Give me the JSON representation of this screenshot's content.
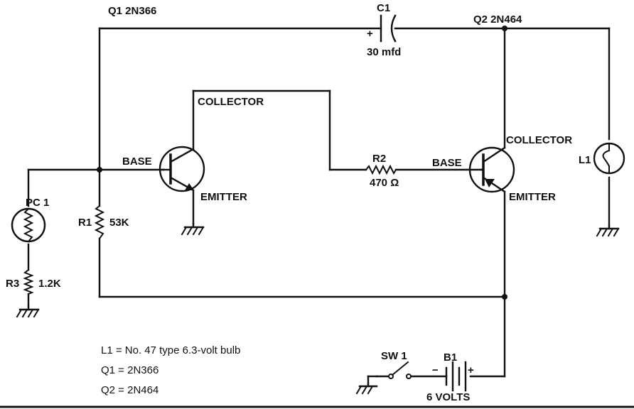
{
  "components": {
    "q1": {
      "label": "Q1 2N366",
      "collector": "COLLECTOR",
      "base": "BASE",
      "emitter": "EMITTER"
    },
    "q2": {
      "label": "Q2 2N464",
      "collector": "COLLECTOR",
      "base": "BASE",
      "emitter": "EMITTER"
    },
    "c1": {
      "name": "C1",
      "value": "30 mfd",
      "polarity": "+"
    },
    "r1": {
      "name": "R1",
      "value": "53K"
    },
    "r2": {
      "name": "R2",
      "value": "470 Ω"
    },
    "r3": {
      "name": "R3",
      "value": "1.2K"
    },
    "pc1": {
      "name": "PC 1"
    },
    "l1": {
      "name": "L1"
    },
    "sw1": {
      "name": "SW 1"
    },
    "b1": {
      "name": "B1",
      "value": "6 VOLTS",
      "minus": "−",
      "plus": "+"
    }
  },
  "legend": [
    "L1 = No. 47 type 6.3-volt bulb",
    "Q1 = 2N366",
    "Q2 = 2N464"
  ]
}
